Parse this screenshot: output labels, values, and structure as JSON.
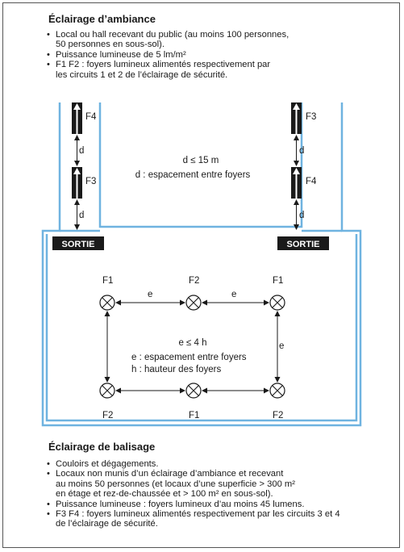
{
  "ambiance": {
    "title": "Éclairage d’ambiance",
    "bullets": [
      {
        "line1": "Local ou hall recevant du public (au moins 100 personnes,",
        "line2": "50 personnes en sous-sol)."
      },
      {
        "line1": "Puissance lumineuse de 5 lm/m²",
        "line2": ""
      },
      {
        "line1": "F1 F2 : foyers lumineux alimentés respectivement par",
        "line2": "les circuits 1 et 2 de l’éclairage de sécurité."
      }
    ]
  },
  "diagram": {
    "left_col": {
      "top": "F4",
      "bottom": "F3",
      "spacing": "d"
    },
    "right_col": {
      "top": "F3",
      "bottom": "F4",
      "spacing": "d"
    },
    "corridor_rule": "d ≤ 15 m",
    "corridor_def": "d : espacement entre foyers",
    "exit_left": "SORTIE",
    "exit_right": "SORTIE",
    "hall_top": [
      "F1",
      "F2",
      "F1"
    ],
    "hall_bottom": [
      "F2",
      "F1",
      "F2"
    ],
    "spacing_label": "e",
    "hall_rule": "e ≤ 4 h",
    "hall_def_e": "e : espacement entre foyers",
    "hall_def_h": "h : hauteur des foyers",
    "colors": {
      "wall": "#6fb3e0",
      "exit_bg": "#1a1a1a"
    }
  },
  "balisage": {
    "title": "Éclairage de balisage",
    "bullets": [
      {
        "lines": [
          "Couloirs et dégagements."
        ]
      },
      {
        "lines": [
          "Locaux non munis d’un éclairage d’ambiance et recevant",
          "au moins 50 personnes (et locaux d’une superficie > 300 m²",
          "en étage et rez-de-chaussée et > 100 m² en sous-sol)."
        ]
      },
      {
        "lines": [
          "Puissance lumineuse : foyers lumineux d’au moins 45 lumens."
        ]
      },
      {
        "lines": [
          "F3 F4 : foyers lumineux alimentés respectivement par les circuits 3 et 4",
          "de l’éclairage de sécurité."
        ]
      }
    ]
  }
}
